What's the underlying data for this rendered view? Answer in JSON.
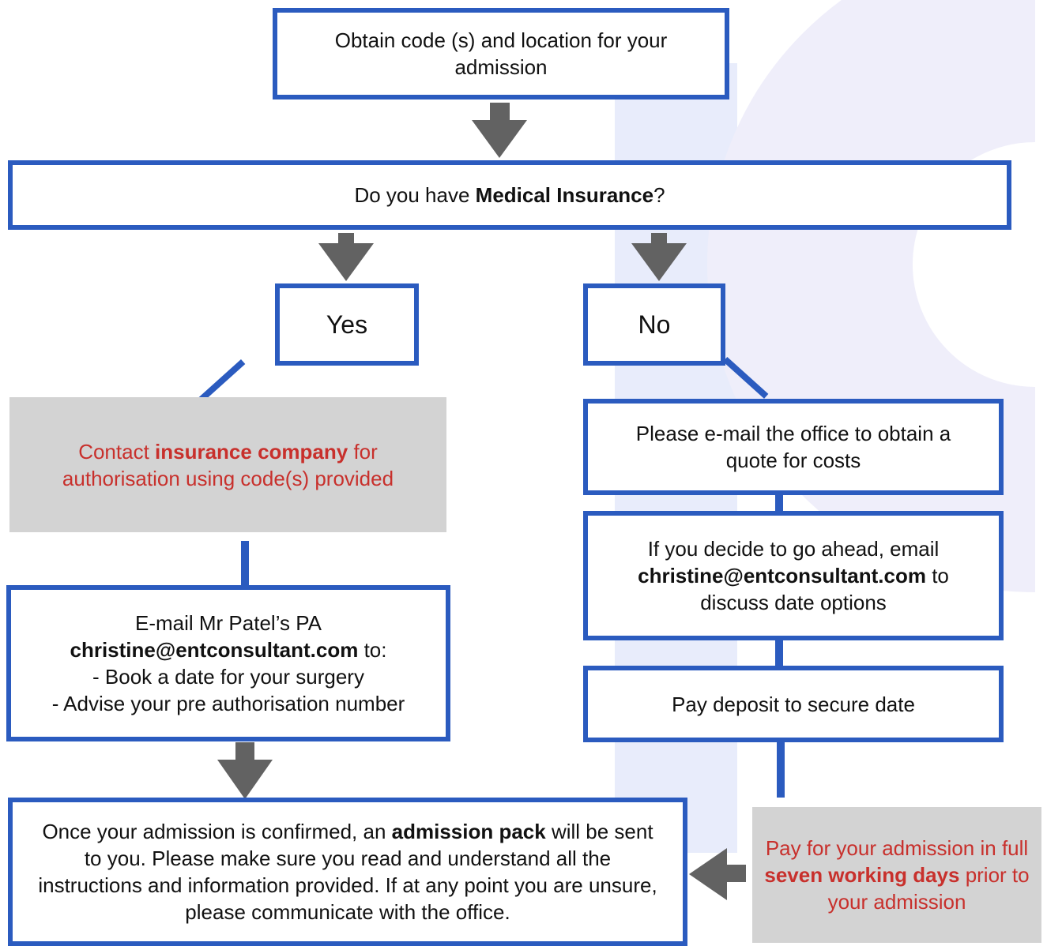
{
  "colors": {
    "border": "#2b5bbf",
    "arrow": "#626262",
    "grey_box": "#d3d3d3",
    "red_text": "#c8302c",
    "watermark": "#e8ecfb"
  },
  "icons": {
    "arrow_down": "arrow-down-icon",
    "arrow_left": "arrow-left-icon"
  },
  "step1": {
    "text": "Obtain code (s) and location for your admission"
  },
  "question": {
    "pre": "Do you have ",
    "bold": "Medical Insurance",
    "post": "?"
  },
  "yes": {
    "label": "Yes"
  },
  "no": {
    "label": "No"
  },
  "contact_insurer": {
    "pre": "Contact ",
    "bold": "insurance company",
    "post": " for authorisation using code(s) provided"
  },
  "email_pa": {
    "line1": "E-mail Mr Patel’s PA",
    "email": "christine@entconsultant.com",
    "email_suffix": " to:",
    "bullet1": "- Book a date for your surgery",
    "bullet2": "- Advise your pre authorisation number"
  },
  "quote": {
    "text": "Please e-mail the office to obtain a quote for costs"
  },
  "go_ahead": {
    "pre": "If you decide to go ahead, email ",
    "email": "christine@entconsultant.com",
    "post": " to discuss date options"
  },
  "deposit": {
    "text": "Pay deposit to secure date"
  },
  "pay_full": {
    "pre": "Pay for your admission in full ",
    "bold": "seven working days",
    "post": " prior to your admission"
  },
  "admission_pack": {
    "pre": "Once your admission is confirmed, an ",
    "bold": "admission pack",
    "post": " will be sent to you. Please make sure you read and understand all the instructions and information provided. If at any point you are unsure, please communicate with the office."
  }
}
